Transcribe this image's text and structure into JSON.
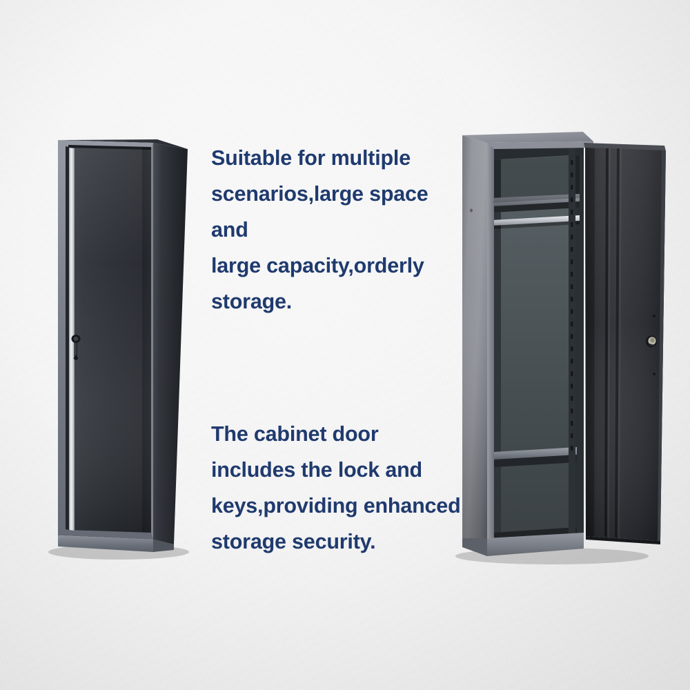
{
  "image": {
    "type": "product-feature-image",
    "background_color": "#d4d4d4",
    "background_texture": "fine gray speckle / noise wall"
  },
  "captions": {
    "accent_color": "#1f3a6e",
    "top": "Suitable for multiple\nscenarios,large space and\nlarge capacity,orderly\nstorage.",
    "bottom": "The cabinet door\nincludes the lock and\nkeys,providing enhanced\nstorage security."
  },
  "products": {
    "left": {
      "name": "closed-single-door-metal-storage-cabinet",
      "state": "closed",
      "body_color": "#2b2e33",
      "frame_color": "#7d828c",
      "door_color": "#34383e",
      "edge_strip_color": "#d8dade",
      "plinth_color": "#6e737d",
      "lock": {
        "name": "door-lock-with-key",
        "present": true,
        "color": "#15171a"
      }
    },
    "right": {
      "name": "open-single-door-metal-storage-cabinet",
      "state": "open",
      "side_panel_color": "#8a8d93",
      "frame_color": "#878b95",
      "interior_color": "#3f474a",
      "door_color": "#2a2c31",
      "plinth_color": "#7f848e",
      "interior_parts": [
        {
          "name": "top-shelf",
          "color": "#7e838c"
        },
        {
          "name": "hanging-rod",
          "color": "#c9ccd2"
        },
        {
          "name": "shelf-adjustment-strip",
          "color": "#2e3338"
        },
        {
          "name": "lower-shelf",
          "color": "#6f757e"
        },
        {
          "name": "cabinet-floor",
          "color": "#23262a"
        }
      ],
      "lock": {
        "name": "door-lock-cylinder",
        "present": true,
        "color": "#b9b6a6"
      }
    }
  }
}
